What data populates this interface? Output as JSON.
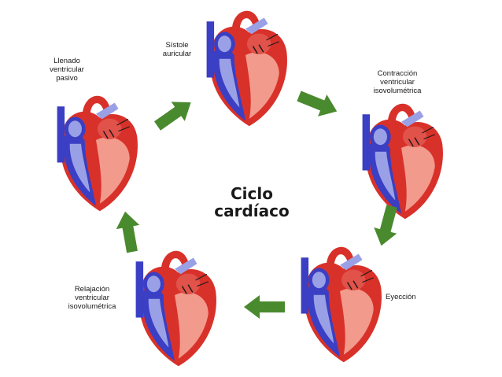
{
  "title_line1": "Ciclo",
  "title_line2": "cardíaco",
  "stages": [
    {
      "id": "sistole",
      "line1": "Sístole",
      "line2": "auricular",
      "line3": ""
    },
    {
      "id": "contraccion",
      "line1": "Contracción",
      "line2": "ventricular",
      "line3": "isovolumétrica"
    },
    {
      "id": "eyeccion",
      "line1": "Eyección",
      "line2": "",
      "line3": ""
    },
    {
      "id": "relajacion",
      "line1": "Relajación",
      "line2": "ventricular",
      "line3": "isovolumétrica"
    },
    {
      "id": "llenado",
      "line1": "Llenado",
      "line2": "ventricular",
      "line3": "pasivo"
    }
  ],
  "colors": {
    "arrow": "#4a8a2e",
    "red": "#d8312a",
    "pink": "#f29a8c",
    "blue": "#3a3fc4",
    "lightblue": "#9aa0e6"
  }
}
